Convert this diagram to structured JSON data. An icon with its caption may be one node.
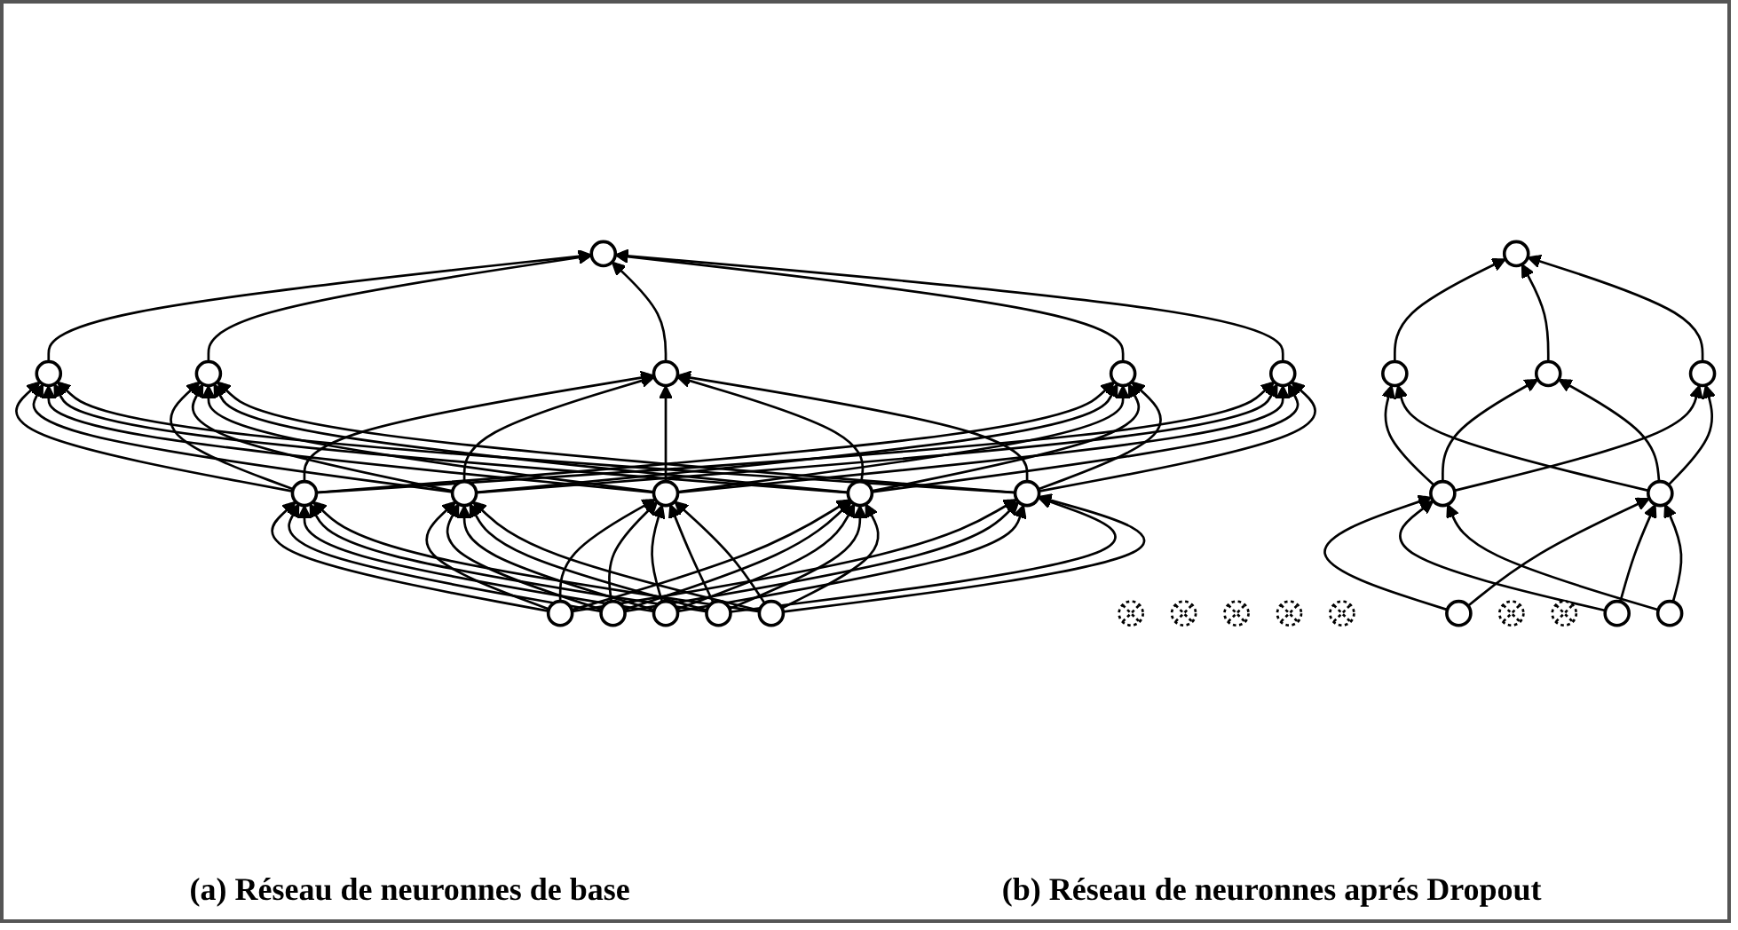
{
  "diagram": {
    "nodes": [
      {
        "text": [],
        "shape": "circle"
      },
      {
        "text": [],
        "shape": "circle"
      },
      {
        "text": [],
        "shape": "circle"
      },
      {
        "text": [],
        "shape": "circle"
      },
      {
        "text": [],
        "shape": "circle"
      },
      {
        "text": [],
        "shape": "circle"
      },
      {
        "text": [],
        "shape": "circle"
      },
      {
        "text": [],
        "shape": "circle"
      },
      {
        "text": [],
        "shape": "circle"
      },
      {
        "text": [],
        "shape": "circle"
      },
      {
        "text": [],
        "shape": "circle"
      },
      {
        "text": [],
        "shape": "circle"
      },
      {
        "text": [],
        "shape": "circle"
      },
      {
        "text": [],
        "shape": "circle"
      },
      {
        "text": [],
        "shape": "circle"
      },
      {
        "text": [],
        "shape": "circle"
      },
      {
        "text": [],
        "shape": "circle"
      },
      {
        "text": [],
        "shape": "circle"
      },
      {
        "text": [],
        "shape": "crossed-circle"
      },
      {
        "text": [],
        "shape": "circle"
      },
      {
        "text": [],
        "shape": "crossed-circle"
      },
      {
        "text": [],
        "shape": "circle"
      },
      {
        "text": [],
        "shape": "crossed-circle"
      },
      {
        "text": [],
        "shape": "circle"
      },
      {
        "text": [],
        "shape": "crossed-circle"
      },
      {
        "text": [],
        "shape": "crossed-circle"
      },
      {
        "text": [],
        "shape": "circle"
      },
      {
        "text": [],
        "shape": "circle"
      },
      {
        "text": [],
        "shape": "crossed-circle"
      },
      {
        "text": [],
        "shape": "crossed-circle"
      },
      {
        "text": [],
        "shape": "circle"
      },
      {
        "text": [],
        "shape": "circle"
      }
    ],
    "edges": [
      {
        "from": 11,
        "to": 6,
        "arrow": "to"
      },
      {
        "from": 11,
        "to": 7,
        "arrow": "to"
      },
      {
        "from": 11,
        "to": 8,
        "arrow": "to"
      },
      {
        "from": 11,
        "to": 9,
        "arrow": "to"
      },
      {
        "from": 11,
        "to": 10,
        "arrow": "to"
      },
      {
        "from": 12,
        "to": 6,
        "arrow": "to"
      },
      {
        "from": 12,
        "to": 7,
        "arrow": "to"
      },
      {
        "from": 12,
        "to": 8,
        "arrow": "to"
      },
      {
        "from": 12,
        "to": 9,
        "arrow": "to"
      },
      {
        "from": 12,
        "to": 10,
        "arrow": "to"
      },
      {
        "from": 13,
        "to": 6,
        "arrow": "to"
      },
      {
        "from": 13,
        "to": 7,
        "arrow": "to"
      },
      {
        "from": 13,
        "to": 8,
        "arrow": "to"
      },
      {
        "from": 13,
        "to": 9,
        "arrow": "to"
      },
      {
        "from": 13,
        "to": 10,
        "arrow": "to"
      },
      {
        "from": 14,
        "to": 6,
        "arrow": "to"
      },
      {
        "from": 14,
        "to": 7,
        "arrow": "to"
      },
      {
        "from": 14,
        "to": 8,
        "arrow": "to"
      },
      {
        "from": 14,
        "to": 9,
        "arrow": "to"
      },
      {
        "from": 14,
        "to": 10,
        "arrow": "to"
      },
      {
        "from": 15,
        "to": 6,
        "arrow": "to"
      },
      {
        "from": 15,
        "to": 7,
        "arrow": "to"
      },
      {
        "from": 15,
        "to": 8,
        "arrow": "to"
      },
      {
        "from": 15,
        "to": 9,
        "arrow": "to"
      },
      {
        "from": 15,
        "to": 10,
        "arrow": "to"
      },
      {
        "from": 6,
        "to": 1,
        "arrow": "to"
      },
      {
        "from": 6,
        "to": 2,
        "arrow": "to"
      },
      {
        "from": 6,
        "to": 3,
        "arrow": "to"
      },
      {
        "from": 6,
        "to": 4,
        "arrow": "to"
      },
      {
        "from": 6,
        "to": 5,
        "arrow": "to"
      },
      {
        "from": 7,
        "to": 1,
        "arrow": "to"
      },
      {
        "from": 7,
        "to": 2,
        "arrow": "to"
      },
      {
        "from": 7,
        "to": 3,
        "arrow": "to"
      },
      {
        "from": 7,
        "to": 4,
        "arrow": "to"
      },
      {
        "from": 7,
        "to": 5,
        "arrow": "to"
      },
      {
        "from": 8,
        "to": 1,
        "arrow": "to"
      },
      {
        "from": 8,
        "to": 2,
        "arrow": "to"
      },
      {
        "from": 8,
        "to": 3,
        "arrow": "to"
      },
      {
        "from": 8,
        "to": 4,
        "arrow": "to"
      },
      {
        "from": 8,
        "to": 5,
        "arrow": "to"
      },
      {
        "from": 9,
        "to": 1,
        "arrow": "to"
      },
      {
        "from": 9,
        "to": 2,
        "arrow": "to"
      },
      {
        "from": 9,
        "to": 3,
        "arrow": "to"
      },
      {
        "from": 9,
        "to": 4,
        "arrow": "to"
      },
      {
        "from": 9,
        "to": 5,
        "arrow": "to"
      },
      {
        "from": 10,
        "to": 1,
        "arrow": "to"
      },
      {
        "from": 10,
        "to": 2,
        "arrow": "to"
      },
      {
        "from": 10,
        "to": 3,
        "arrow": "to"
      },
      {
        "from": 10,
        "to": 4,
        "arrow": "to"
      },
      {
        "from": 10,
        "to": 5,
        "arrow": "to"
      },
      {
        "from": 1,
        "to": 0,
        "arrow": "to"
      },
      {
        "from": 2,
        "to": 0,
        "arrow": "to"
      },
      {
        "from": 3,
        "to": 0,
        "arrow": "to"
      },
      {
        "from": 4,
        "to": 0,
        "arrow": "to"
      },
      {
        "from": 5,
        "to": 0,
        "arrow": "to"
      },
      {
        "from": 27,
        "to": 23,
        "arrow": "to"
      },
      {
        "from": 27,
        "to": 26,
        "arrow": "to"
      },
      {
        "from": 30,
        "to": 23,
        "arrow": "to"
      },
      {
        "from": 30,
        "to": 26,
        "arrow": "to"
      },
      {
        "from": 31,
        "to": 23,
        "arrow": "to"
      },
      {
        "from": 31,
        "to": 26,
        "arrow": "to"
      },
      {
        "from": 23,
        "to": 17,
        "arrow": "to"
      },
      {
        "from": 23,
        "to": 19,
        "arrow": "to"
      },
      {
        "from": 23,
        "to": 21,
        "arrow": "to"
      },
      {
        "from": 26,
        "to": 17,
        "arrow": "to"
      },
      {
        "from": 26,
        "to": 19,
        "arrow": "to"
      },
      {
        "from": 26,
        "to": 21,
        "arrow": "to"
      },
      {
        "from": 17,
        "to": 16,
        "arrow": "to"
      },
      {
        "from": 19,
        "to": 16,
        "arrow": "to"
      },
      {
        "from": 21,
        "to": 16,
        "arrow": "to"
      }
    ],
    "labels": [
      "(a) Réseau de neuronnes de base",
      "(b) Réseau de neuronnes aprés Dropout"
    ]
  }
}
